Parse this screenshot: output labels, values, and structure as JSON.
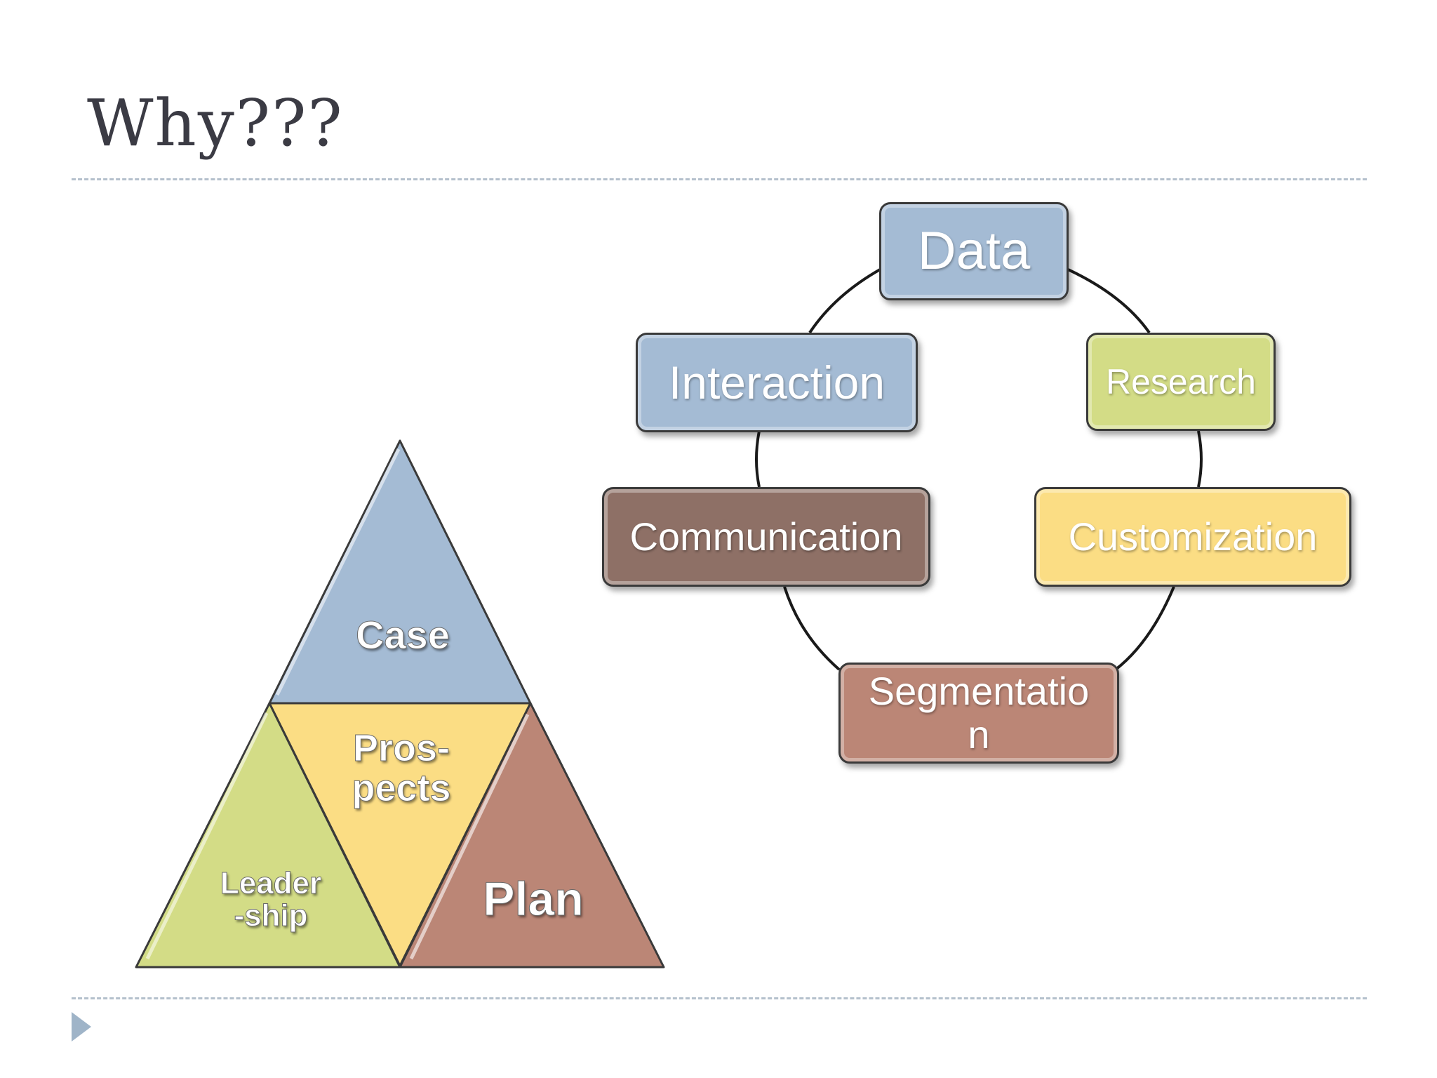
{
  "slide": {
    "title": "Why???"
  },
  "cycle": {
    "nodes": [
      {
        "id": "data",
        "label": "Data",
        "color": "#a4bbd4"
      },
      {
        "id": "research",
        "label": "Research",
        "color": "#d3dc86"
      },
      {
        "id": "customization",
        "label": "Customization",
        "color": "#fbdd84"
      },
      {
        "id": "segmentation",
        "label": "Segmentatio n",
        "color": "#bb8676"
      },
      {
        "id": "communication",
        "label": "Communication",
        "color": "#8e7066"
      },
      {
        "id": "interaction",
        "label": "Interaction",
        "color": "#a4bbd4"
      }
    ]
  },
  "pyramid": {
    "segments": [
      {
        "id": "case",
        "label": "Case",
        "color": "#a4bbd4"
      },
      {
        "id": "prospects",
        "label_line1": "Pros-",
        "label_line2": "pects",
        "color": "#fbdd84"
      },
      {
        "id": "leadership",
        "label_line1": "Leader",
        "label_line2": "-ship",
        "color": "#d3dc86"
      },
      {
        "id": "plan",
        "label": "Plan",
        "color": "#bb8676"
      }
    ]
  }
}
